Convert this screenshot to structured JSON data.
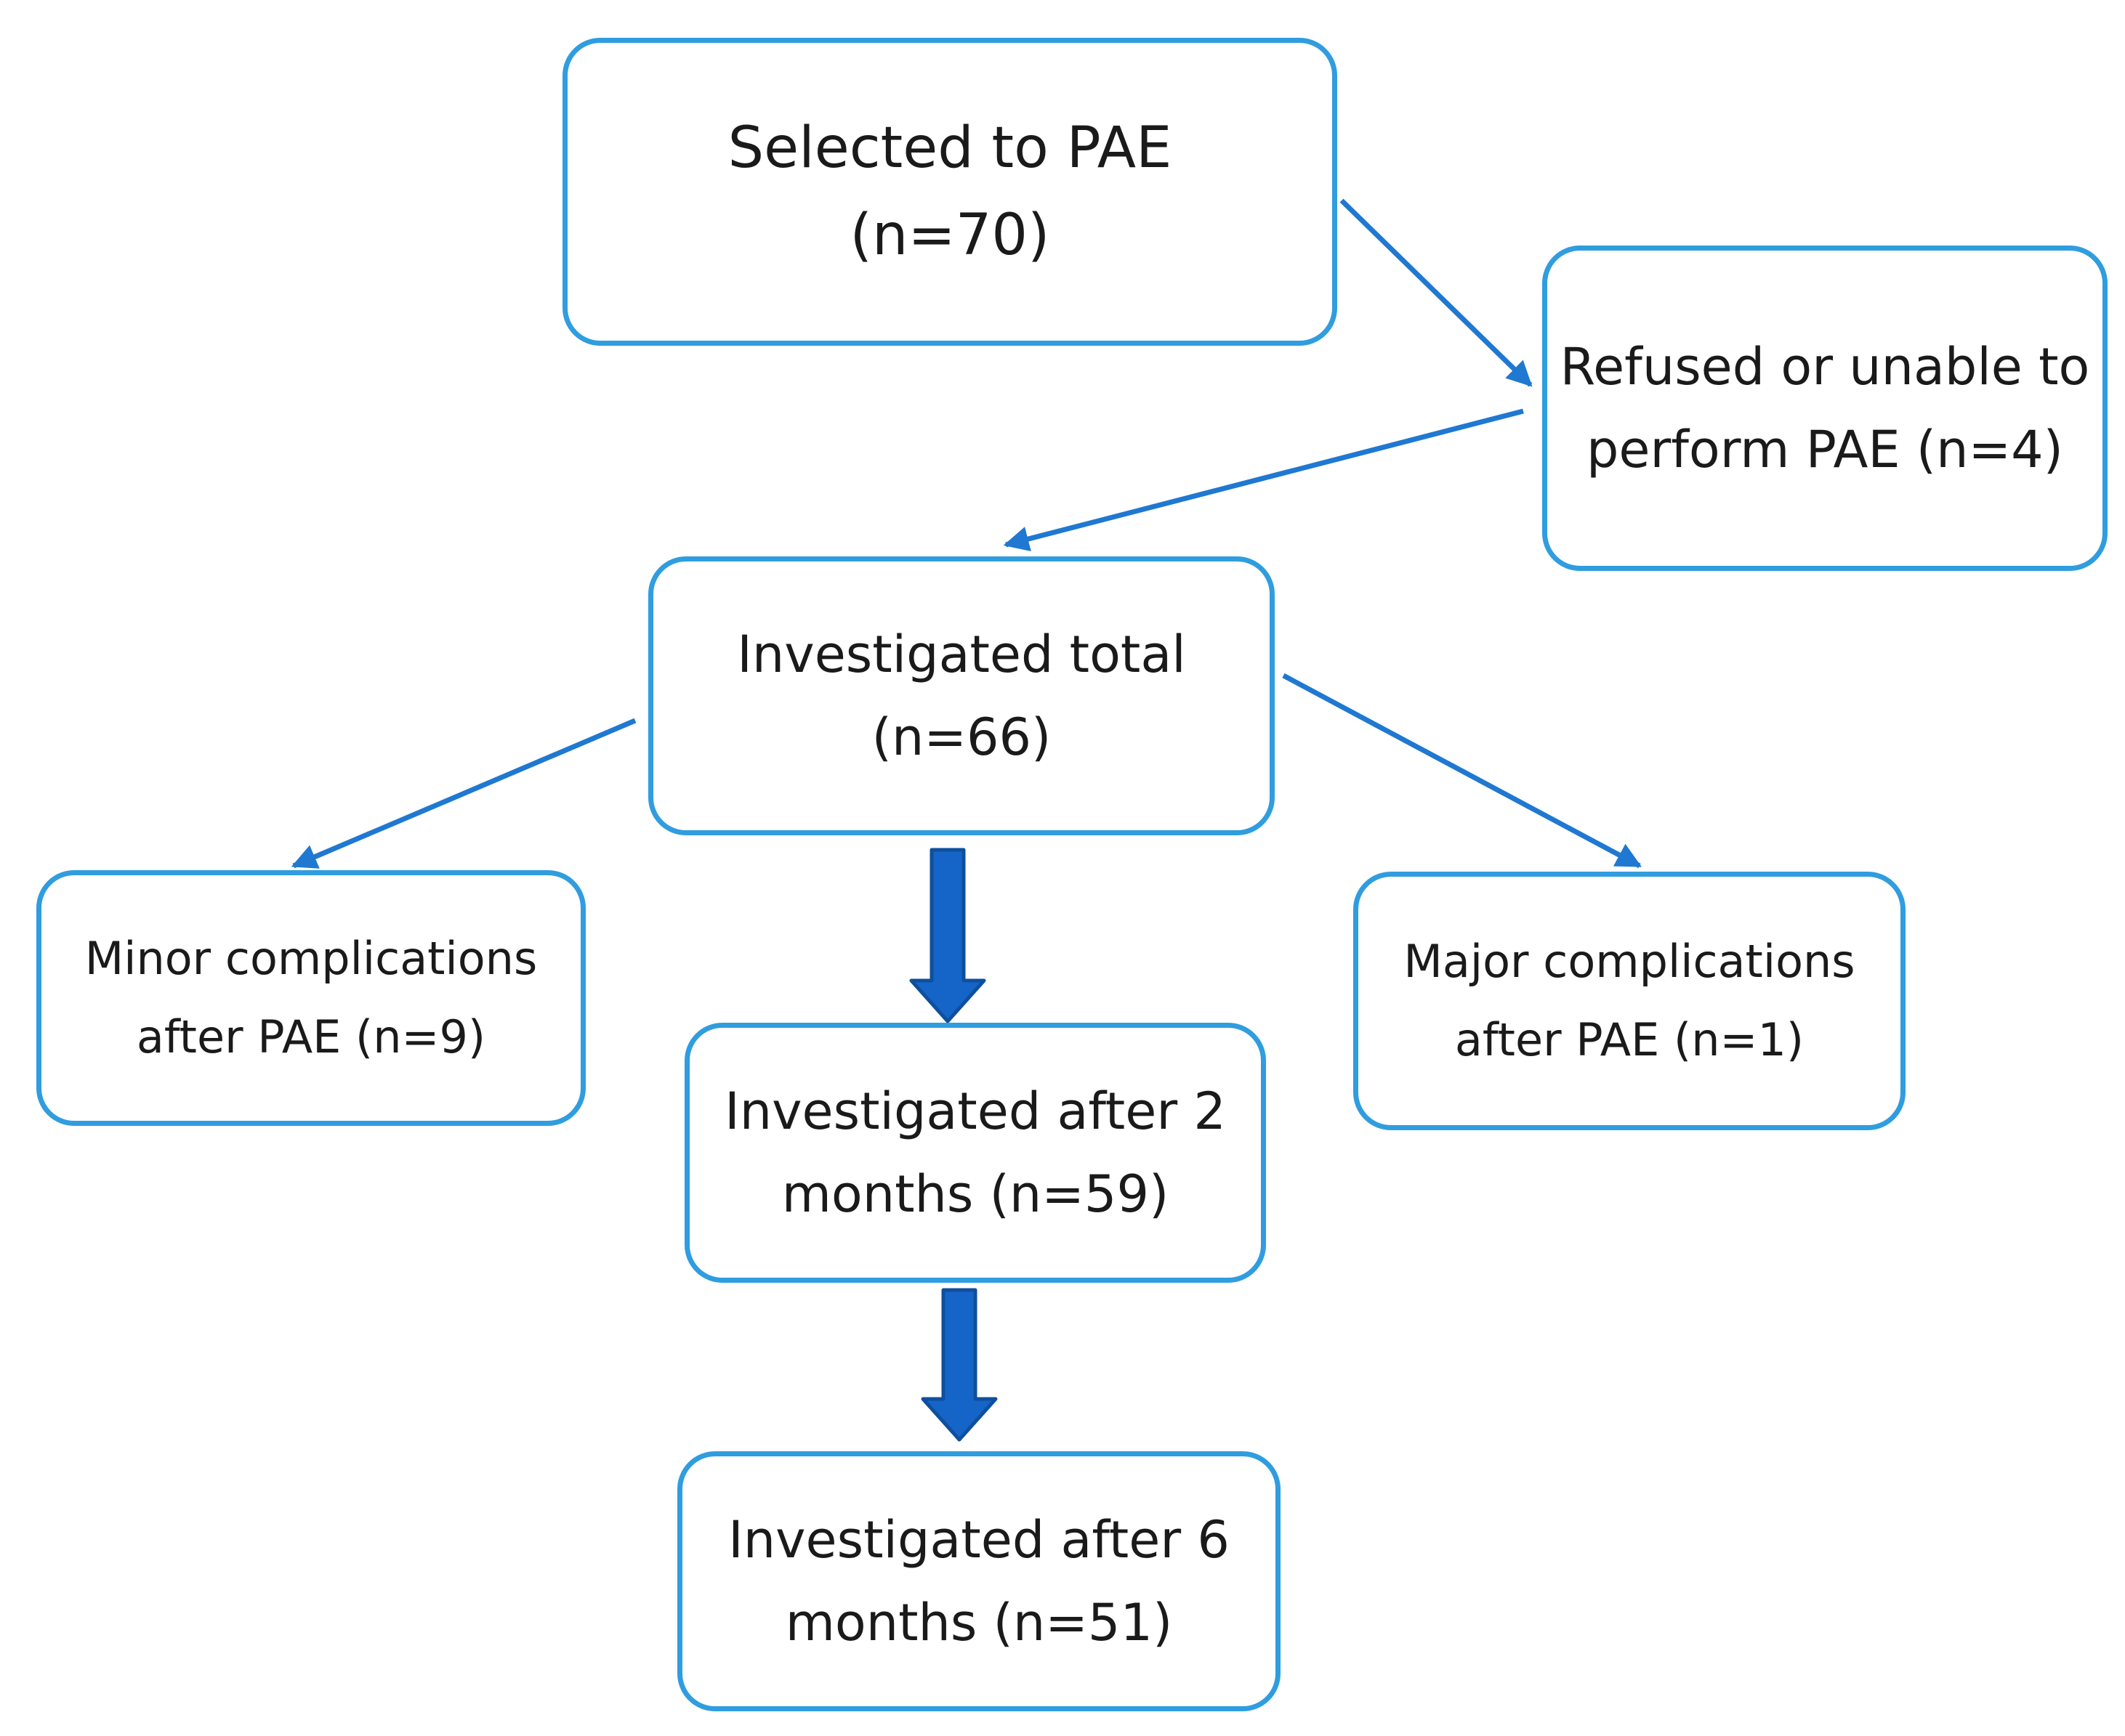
{
  "diagram": {
    "colors": {
      "box_border": "#2f9ddf",
      "thin_arrow": "#1f78d1",
      "block_arrow_fill": "#1565c8",
      "block_arrow_stroke": "#0e4f9e",
      "text": "#1a1a1a",
      "background": "#ffffff"
    },
    "boxes": {
      "selected": {
        "lines": [
          "Selected to PAE",
          "(n=70)"
        ]
      },
      "refused": {
        "lines": [
          "Refused or unable to",
          "perform PAE (n=4)"
        ]
      },
      "total": {
        "lines": [
          "Investigated total",
          "(n=66)"
        ]
      },
      "minor": {
        "lines": [
          "Minor complications",
          "after PAE (n=9)"
        ]
      },
      "major": {
        "lines": [
          "Major complications",
          "after PAE (n=1)"
        ]
      },
      "two_months": {
        "lines": [
          "Investigated after 2",
          "months (n=59)"
        ]
      },
      "six_months": {
        "lines": [
          "Investigated after 6",
          "months (n=51)"
        ]
      }
    },
    "connectors": [
      {
        "from": "selected",
        "to": "refused",
        "style": "thin-arrow"
      },
      {
        "from": "refused",
        "to": "total",
        "style": "thin-arrow"
      },
      {
        "from": "total",
        "to": "minor",
        "style": "thin-arrow"
      },
      {
        "from": "total",
        "to": "major",
        "style": "thin-arrow"
      },
      {
        "from": "total",
        "to": "two_months",
        "style": "block-arrow"
      },
      {
        "from": "two_months",
        "to": "six_months",
        "style": "block-arrow"
      }
    ]
  }
}
